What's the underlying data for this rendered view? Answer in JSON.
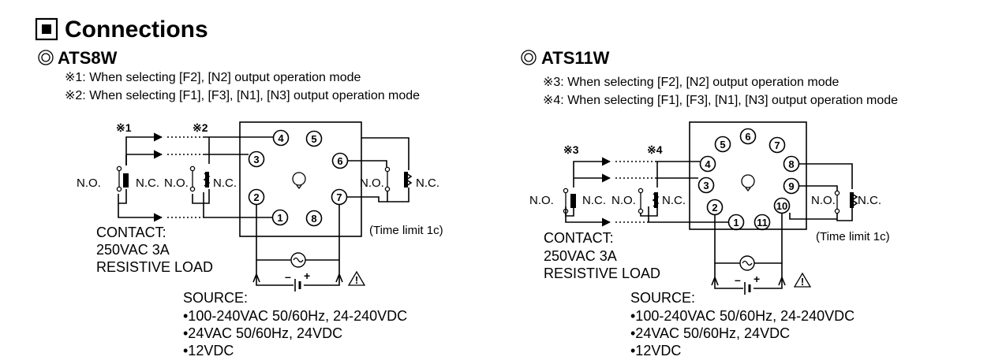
{
  "heading": "Connections",
  "left": {
    "model": "ATS8W",
    "note1": "※1: When selecting [F2], [N2] output operation mode",
    "note2": "※2: When selecting [F1], [F3], [N1], [N3] output operation mode",
    "mark_a": "※1",
    "mark_b": "※2",
    "pins": [
      "1",
      "2",
      "3",
      "4",
      "5",
      "6",
      "7",
      "8"
    ],
    "contact_label_no_1": "N.O.",
    "contact_label_nc_1": "N.C.",
    "contact_label_no_2": "N.O.",
    "contact_label_nc_2": "N.C.",
    "contact_label_no_3": "N.O.",
    "contact_label_nc_3": "N.C.",
    "time_limit": "(Time limit 1c)",
    "contact_lines": [
      "CONTACT:",
      "250VAC 3A",
      "RESISTIVE LOAD"
    ],
    "source_lines": [
      "SOURCE:",
      "•100-240VAC 50/60Hz, 24-240VDC",
      "•24VAC 50/60Hz, 24VDC",
      "•12VDC"
    ]
  },
  "right": {
    "model": "ATS11W",
    "note1": "※3: When selecting [F2], [N2] output operation mode",
    "note2": "※4: When selecting [F1], [F3], [N1], [N3] output operation mode",
    "mark_a": "※3",
    "mark_b": "※4",
    "pins": [
      "1",
      "2",
      "3",
      "4",
      "5",
      "6",
      "7",
      "8",
      "9",
      "10",
      "11"
    ],
    "contact_label_no_1": "N.O.",
    "contact_label_nc_1": "N.C.",
    "contact_label_no_2": "N.O.",
    "contact_label_nc_2": "N.C.",
    "contact_label_no_3": "N.O.",
    "contact_label_nc_3": "N.C.",
    "time_limit": "(Time limit 1c)",
    "contact_lines": [
      "CONTACT:",
      "250VAC 3A",
      "RESISTIVE LOAD"
    ],
    "source_lines": [
      "SOURCE:",
      "•100-240VAC 50/60Hz, 24-240VDC",
      "•24VAC 50/60Hz, 24VDC",
      "•12VDC"
    ]
  },
  "symbols": {
    "heading_box": "square-bullet-icon",
    "model_marker": "double-circle-icon",
    "ac_source": "ac-source-icon",
    "dc_source": "battery-icon",
    "warning": "warning-triangle-icon",
    "indicator": "bulb-icon",
    "polarity_minus": "–",
    "polarity_plus": "+",
    "warning_mark": "!"
  }
}
